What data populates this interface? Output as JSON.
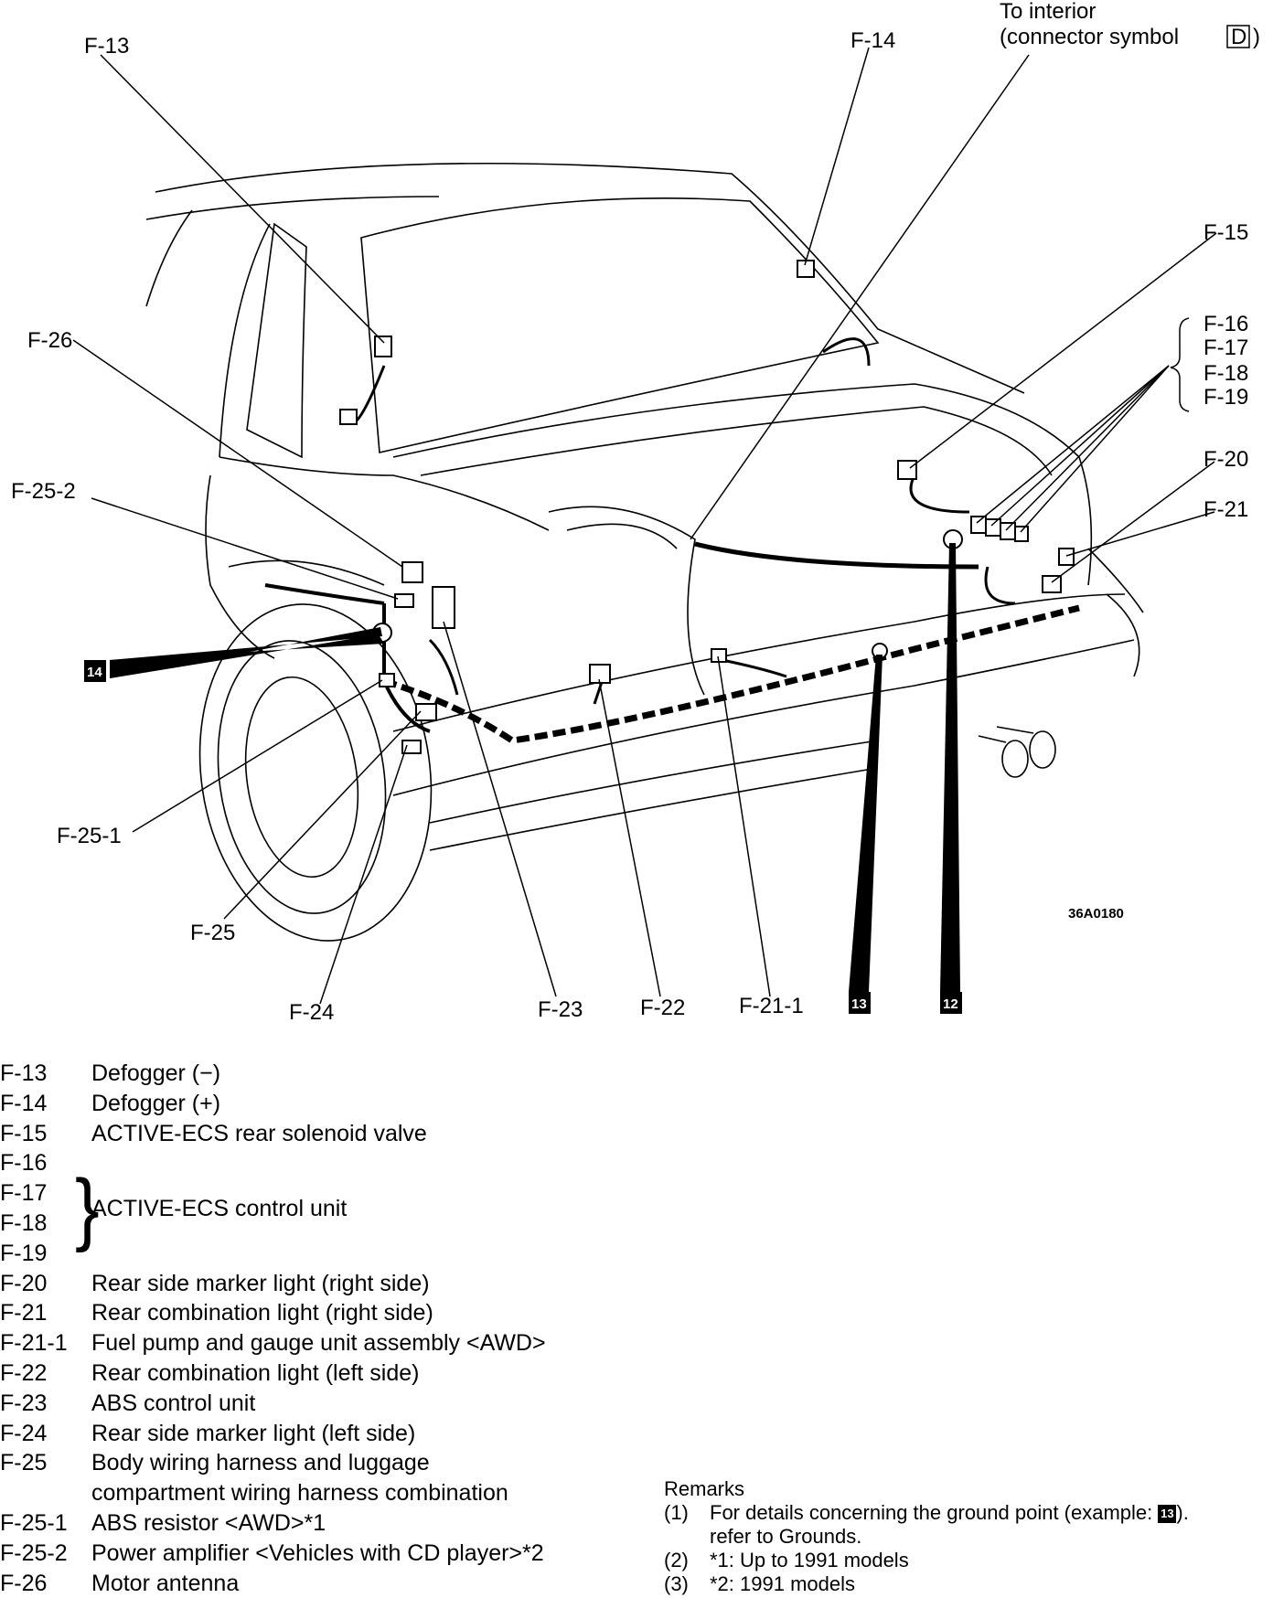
{
  "callouts": {
    "f13": "F-13",
    "f14": "F-14",
    "to_interior_line1": "To interior",
    "to_interior_line2": "(connector symbol",
    "to_interior_symbol": "D",
    "to_interior_close": ")",
    "f15": "F-15",
    "f16": "F-16",
    "f17": "F-17",
    "f18": "F-18",
    "f19": "F-19",
    "f20": "F-20",
    "f21": "F-21",
    "f26": "F-26",
    "f25_2": "F-25-2",
    "f25_1": "F-25-1",
    "f25": "F-25",
    "f24": "F-24",
    "f23": "F-23",
    "f22": "F-22",
    "f21_1": "F-21-1",
    "ground14": "14",
    "ground13": "13",
    "ground12": "12",
    "figure_code": "36A0180"
  },
  "legend": {
    "items_top": [
      {
        "code": "F-13",
        "desc": "Defogger (−)"
      },
      {
        "code": "F-14",
        "desc": "Defogger (+)"
      },
      {
        "code": "F-15",
        "desc": "ACTIVE-ECS rear solenoid valve"
      }
    ],
    "group": {
      "codes": [
        "F-16",
        "F-17",
        "F-18",
        "F-19"
      ],
      "desc": "ACTIVE-ECS control unit"
    },
    "items_bottom": [
      {
        "code": "F-20",
        "desc": "Rear side marker light (right side)"
      },
      {
        "code": "F-21",
        "desc": "Rear combination light (right side)"
      },
      {
        "code": "F-21-1",
        "desc": "Fuel pump and gauge unit assembly <AWD>"
      },
      {
        "code": "F-22",
        "desc": "Rear combination light (left side)"
      },
      {
        "code": "F-23",
        "desc": "ABS control unit"
      },
      {
        "code": "F-24",
        "desc": "Rear side marker light (left side)"
      },
      {
        "code": "F-25",
        "desc": "Body wiring harness and luggage"
      },
      {
        "code": "",
        "desc": "compartment wiring harness combination"
      },
      {
        "code": "F-25-1",
        "desc": "ABS resistor <AWD>*1"
      },
      {
        "code": "F-25-2",
        "desc": "Power amplifier <Vehicles with CD player>*2"
      },
      {
        "code": "F-26",
        "desc": "Motor antenna"
      }
    ]
  },
  "remarks": {
    "title": "Remarks",
    "r1_num": "(1)",
    "r1_text": "For details concerning the ground point (example:",
    "r1_symbol": "13",
    "r1_tail": ").",
    "r1_line2": "refer to Grounds.",
    "r2_num": "(2)",
    "r2_text": "*1: Up to 1991 models",
    "r3_num": "(3)",
    "r3_text": "*2: 1991 models"
  }
}
